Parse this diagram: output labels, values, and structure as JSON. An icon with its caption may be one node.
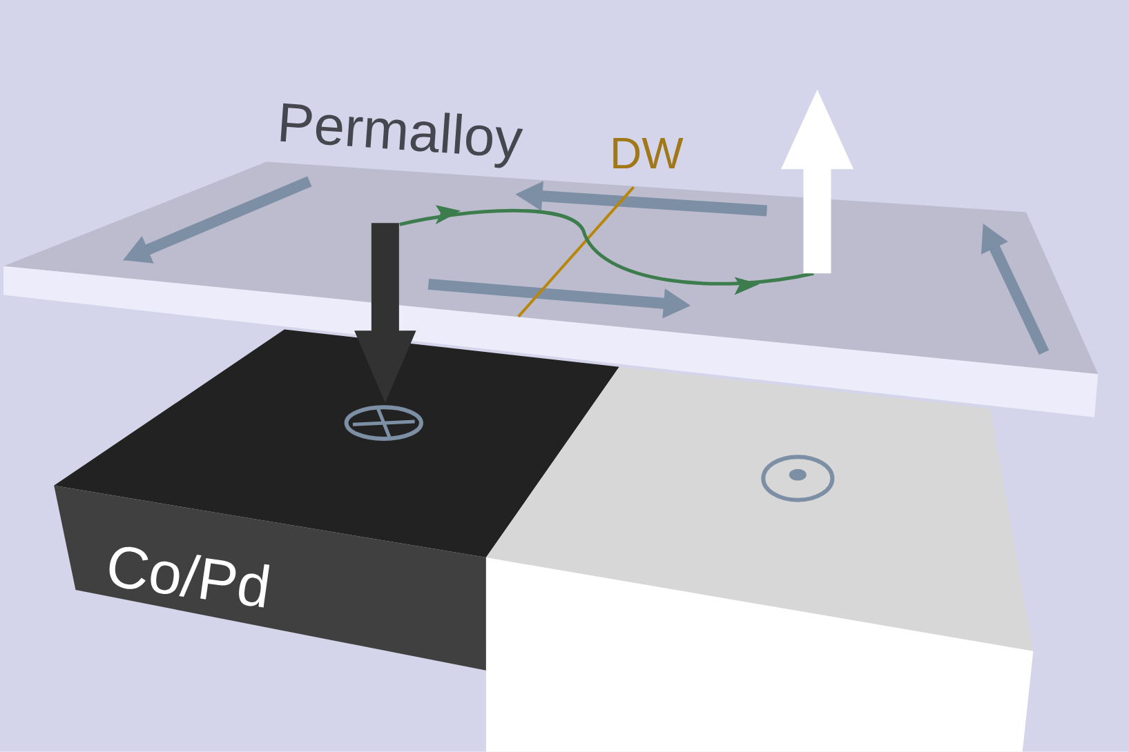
{
  "diagram": {
    "labels": [
      "Permalloy",
      "DW",
      "Co/Pd"
    ]
  }
}
